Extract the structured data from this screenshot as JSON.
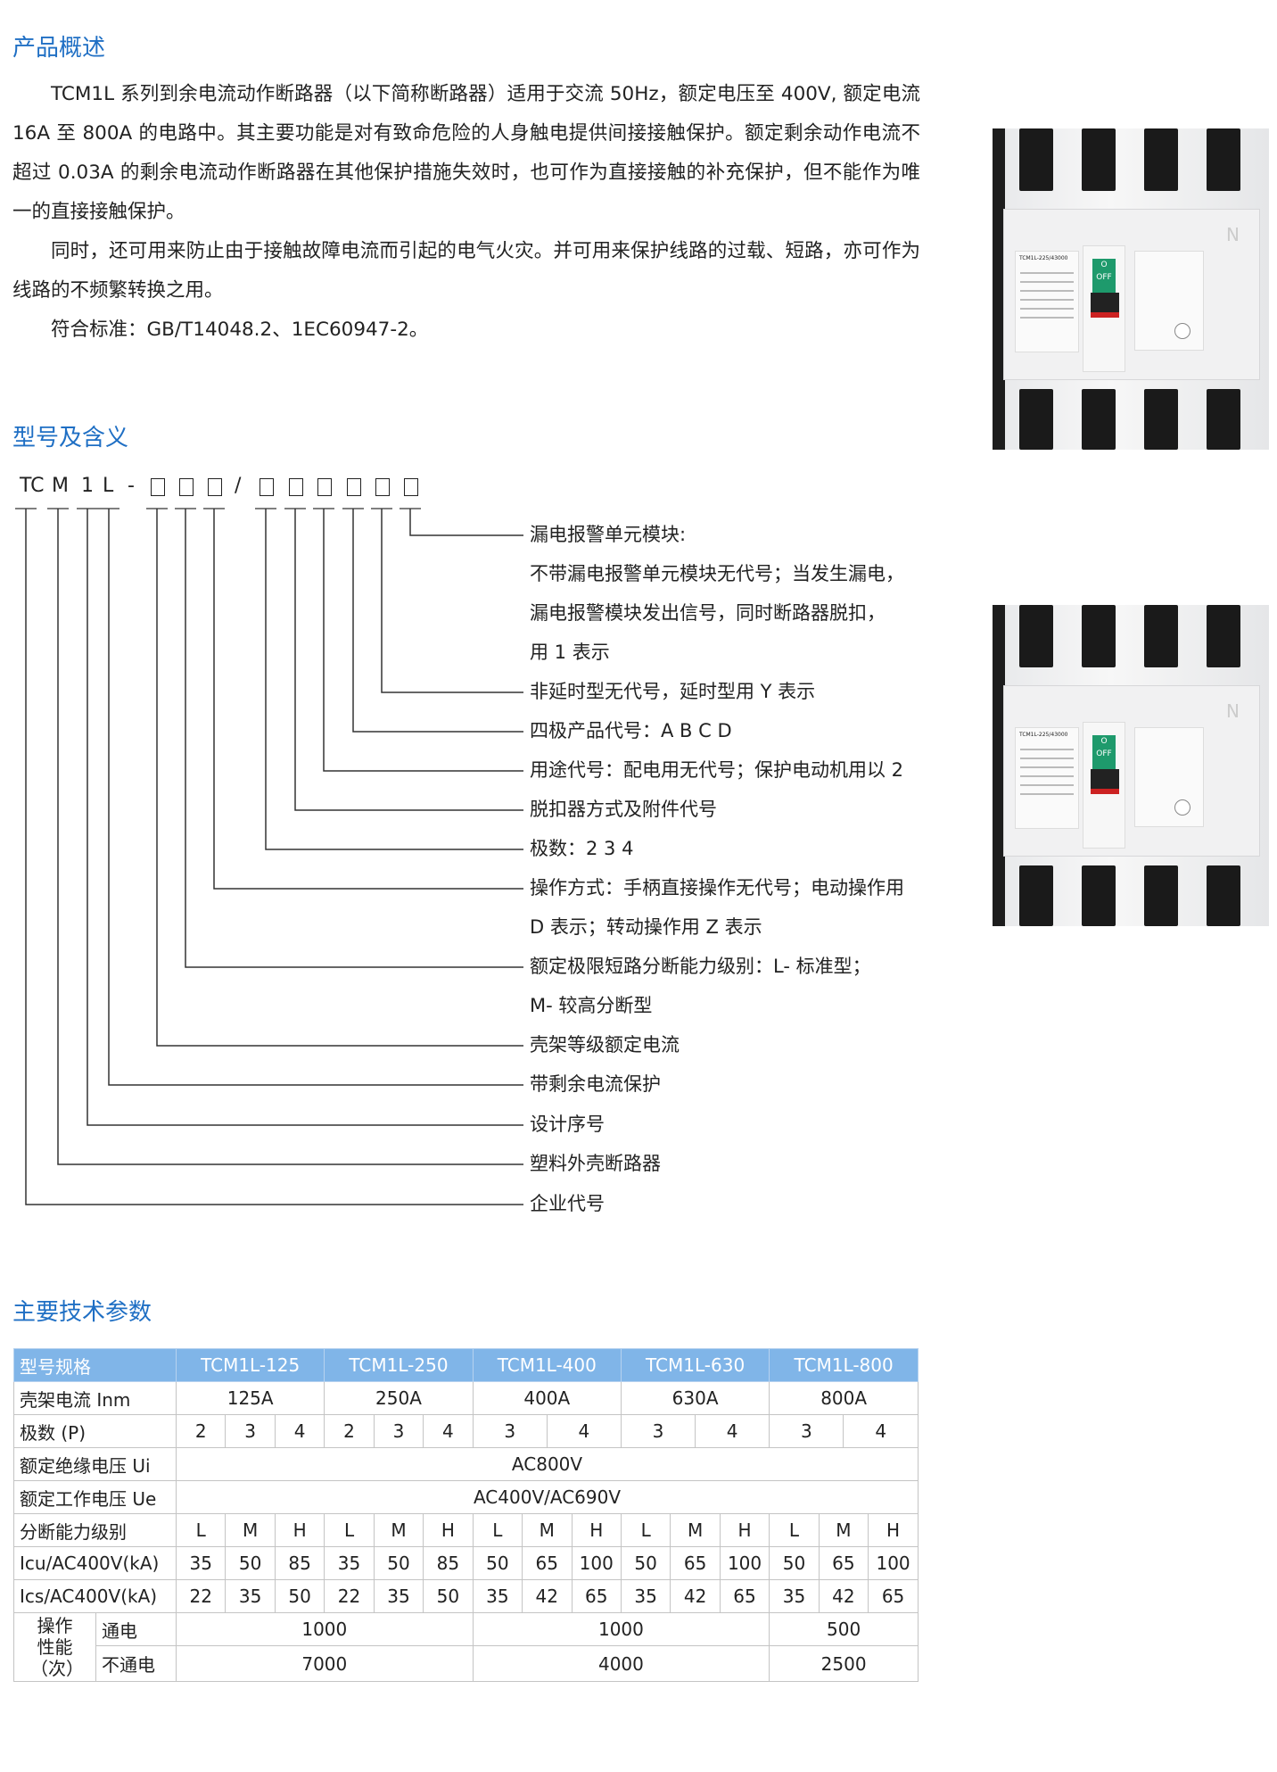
{
  "overview": {
    "title": "产品概述",
    "paragraphs": [
      "TCM1L 系列到余电流动作断路器（以下简称断路器）适用于交流 50Hz，额定电压至 400V, 额定电流 16A 至 800A 的电路中。其主要功能是对有致命危险的人身触电提供间接接触保护。额定剩余动作电流不超过 0.03A 的剩余电流动作断路器在其他保护措施失效时，也可作为直接接触的补充保护，但不能作为唯一的直接接触保护。",
      "同时，还可用来防止由于接触故障电流而引起的电气火灾。并可用来保护线路的过载、短路，亦可作为线路的不频繁转换之用。",
      "符合标准：GB/T14048.2、1EC60947-2。"
    ]
  },
  "product_images": [
    {
      "switch_label": "O OFF",
      "pole_mark": "N",
      "model_print": "TCM1L-225/43000"
    },
    {
      "switch_label": "O OFF",
      "pole_mark": "N",
      "model_print": "TCM1L-225/43000"
    }
  ],
  "model": {
    "title": "型号及含义",
    "code_parts": [
      "TC",
      "M",
      "1",
      "L",
      "-",
      "□",
      "□",
      "□",
      "/",
      "□",
      "□",
      "□",
      "□",
      "□",
      "□"
    ],
    "labels": [
      "漏电报警单元模块:",
      "不带漏电报警单元模块无代号；当发生漏电，",
      "漏电报警模块发出信号，同时断路器脱扣，",
      "用 1 表示",
      "非延时型无代号，延时型用 Y 表示",
      "四极产品代号：A B C D",
      "用途代号：配电用无代号；保护电动机用以 2",
      "脱扣器方式及附件代号",
      "极数：2 3 4",
      "操作方式：手柄直接操作无代号；电动操作用",
      "D 表示；转动操作用 Z 表示",
      "额定极限短路分断能力级别：L- 标准型；",
      "M- 较高分断型",
      "壳架等级额定电流",
      "带剩余电流保护",
      "设计序号",
      "塑料外壳断路器",
      "企业代号"
    ]
  },
  "specs": {
    "title": "主要技术参数",
    "header": [
      "型号规格",
      "TCM1L-125",
      "TCM1L-250",
      "TCM1L-400",
      "TCM1L-630",
      "TCM1L-800"
    ],
    "frame_current": {
      "label": "壳架电流 Inm",
      "values": [
        "125A",
        "250A",
        "400A",
        "630A",
        "800A"
      ]
    },
    "poles": {
      "label": "极数 (P)",
      "values": [
        [
          "2",
          "3",
          "4"
        ],
        [
          "2",
          "3",
          "4"
        ],
        [
          "3",
          "4"
        ],
        [
          "3",
          "4"
        ],
        [
          "3",
          "4"
        ]
      ]
    },
    "ui": {
      "label": "额定绝缘电压 Ui",
      "value": "AC800V"
    },
    "ue": {
      "label": "额定工作电压 Ue",
      "value": "AC400V/AC690V"
    },
    "grade": {
      "label": "分断能力级别",
      "values": [
        "L",
        "M",
        "H",
        "L",
        "M",
        "H",
        "L",
        "M",
        "H",
        "L",
        "M",
        "H",
        "L",
        "M",
        "H"
      ]
    },
    "icu": {
      "label": "Icu/AC400V(kA)",
      "values": [
        "35",
        "50",
        "85",
        "35",
        "50",
        "85",
        "50",
        "65",
        "100",
        "50",
        "65",
        "100",
        "50",
        "65",
        "100"
      ]
    },
    "ics": {
      "label": "Ics/AC400V(kA)",
      "values": [
        "22",
        "35",
        "50",
        "22",
        "35",
        "50",
        "35",
        "42",
        "65",
        "35",
        "42",
        "65",
        "35",
        "42",
        "65"
      ]
    },
    "ops": {
      "label": "操作性能（次）",
      "powered": {
        "label": "通电",
        "values": [
          "1000",
          "1000",
          "500"
        ]
      },
      "unpowered": {
        "label": "不通电",
        "values": [
          "7000",
          "4000",
          "2500"
        ]
      }
    }
  },
  "colors": {
    "heading": "#1f6fc4",
    "table_header": "#80b5e8"
  }
}
